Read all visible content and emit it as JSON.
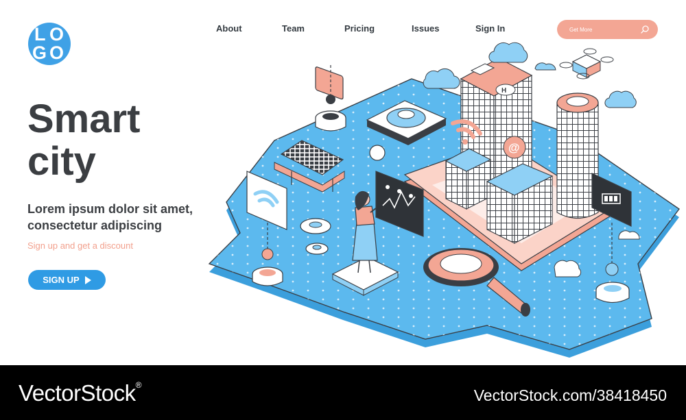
{
  "logo": {
    "letters": [
      "L",
      "O",
      "G",
      "O"
    ]
  },
  "nav": {
    "items": [
      "About",
      "Team",
      "Pricing",
      "Issues",
      "Sign In"
    ]
  },
  "search": {
    "placeholder": "Get More",
    "icon": "search-icon"
  },
  "hero": {
    "title_line1": "Smart",
    "title_line2": "city",
    "subtitle": "Lorem ipsum dolor sit amet, consectetur adipiscing",
    "discount": "Sign up and get a discount",
    "cta_label": "SIGN UP"
  },
  "colors": {
    "accent_blue": "#2f9be4",
    "logo_blue": "#3fa1e6",
    "accent_salmon": "#f3a694",
    "text_dark": "#3b3e42",
    "platform_blue": "#5cb9ee"
  },
  "footer": {
    "brand": "VectorStock",
    "registered": "®",
    "reference": "VectorStock.com/38418450"
  }
}
